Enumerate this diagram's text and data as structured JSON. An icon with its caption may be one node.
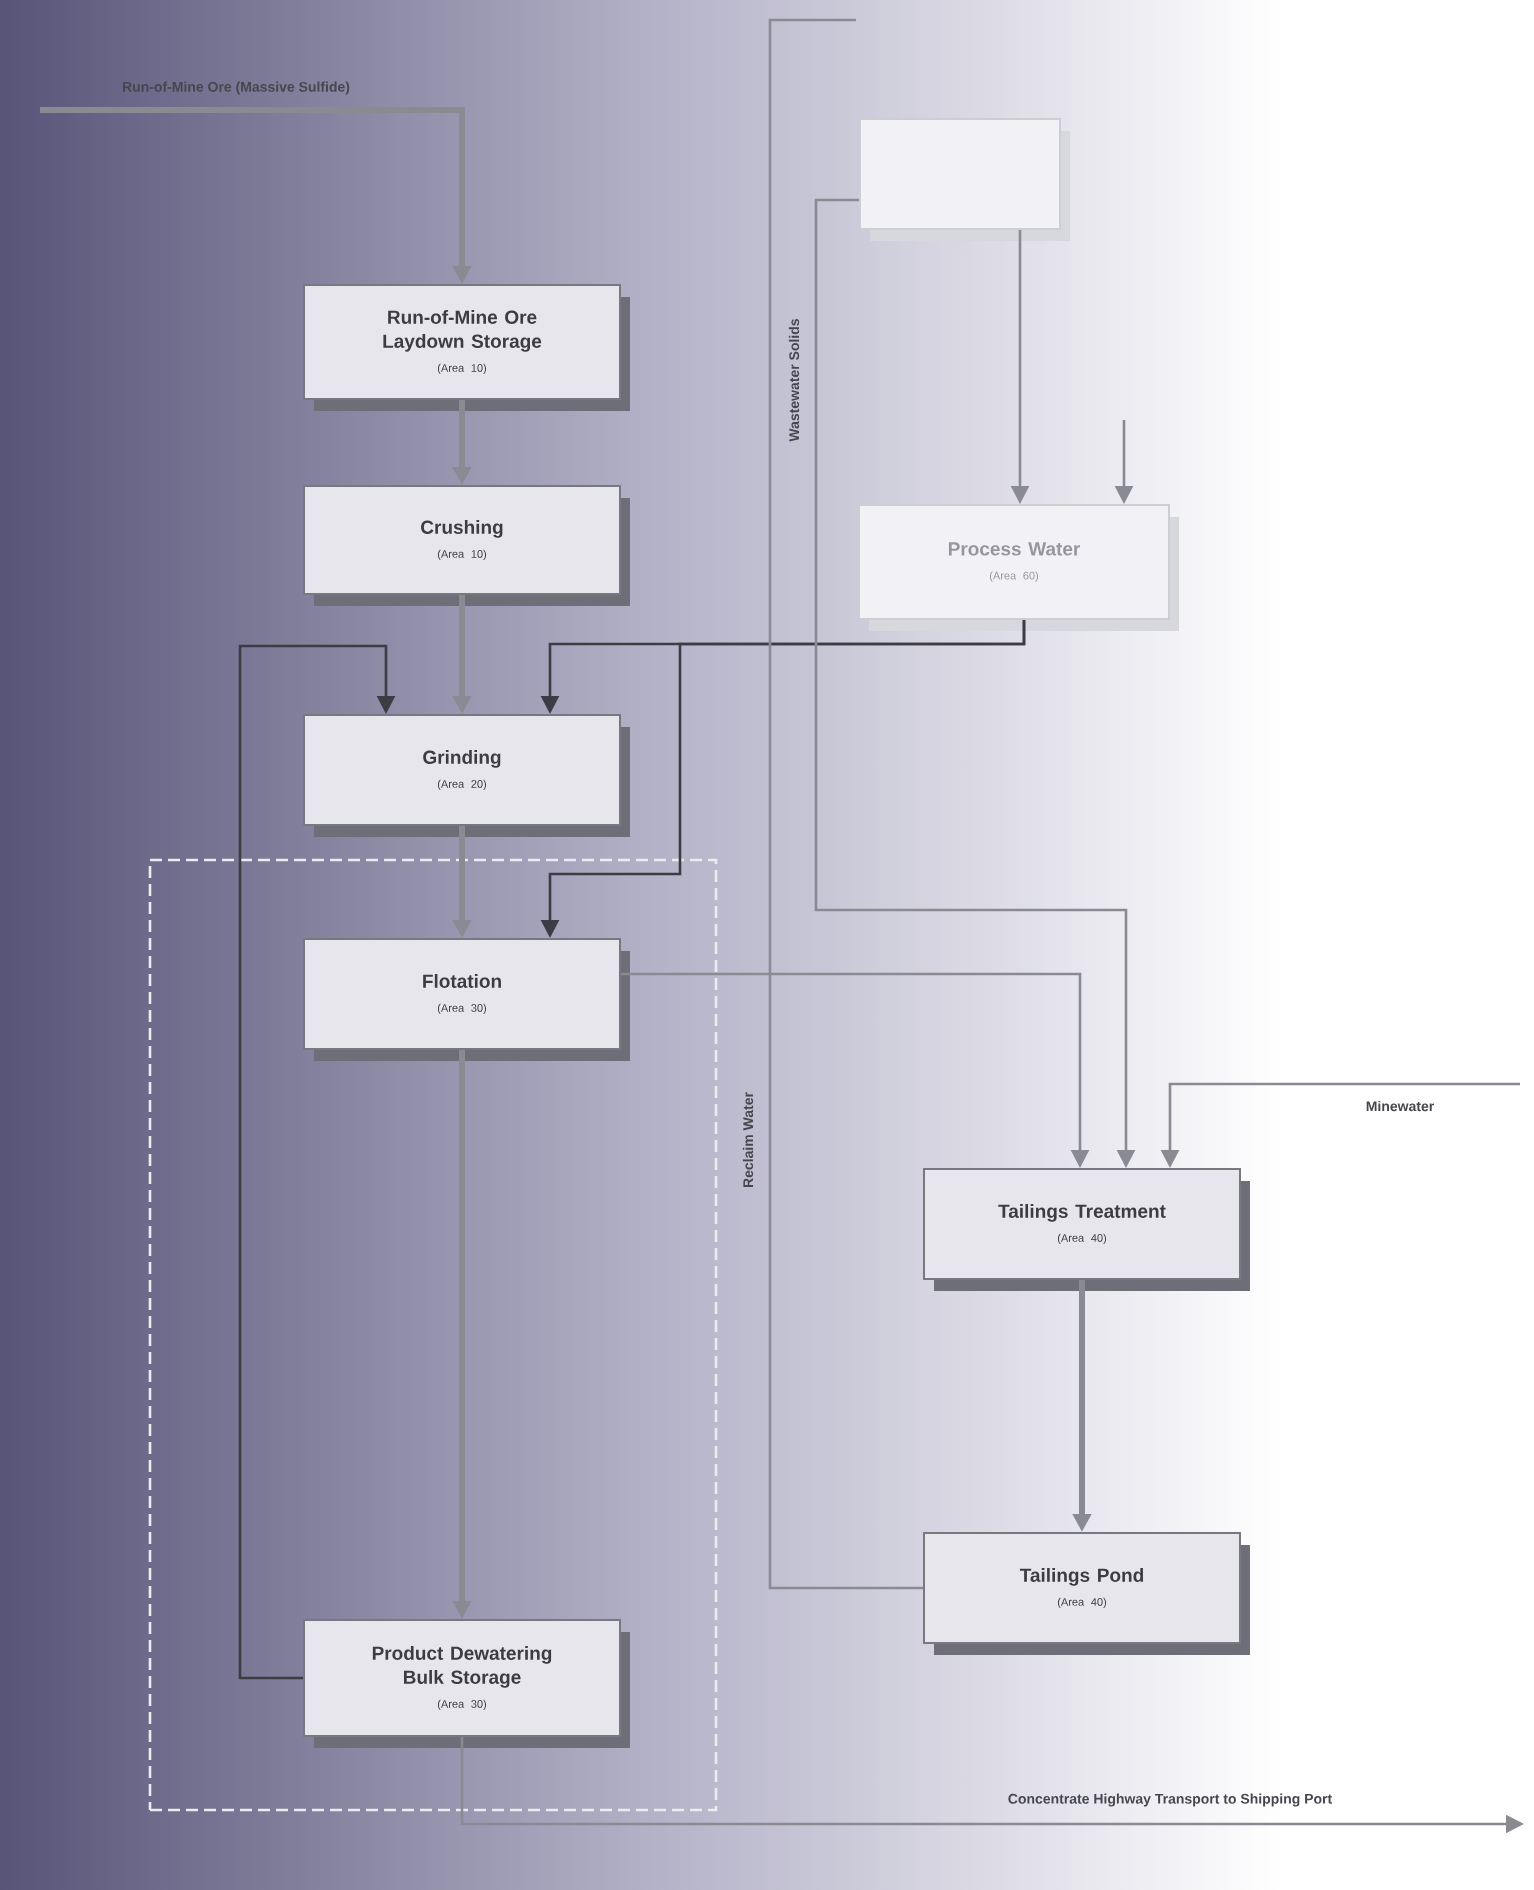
{
  "diagram": {
    "nodes": [
      {
        "text": [
          "Run-of-Mine Ore Laydown Storage",
          "(Area 10)"
        ]
      },
      {
        "text": [],
        "shape": "box"
      },
      {
        "text": [
          "Crushing",
          "(Area 10)"
        ]
      },
      {
        "text": [
          "Process Water",
          "(Area 60)"
        ]
      },
      {
        "text": [
          "Grinding",
          "(Area 20)"
        ]
      },
      {
        "text": [],
        "shape": "box"
      },
      {
        "text": [
          "Flotation",
          "(Area 30)"
        ],
        "in": 5
      },
      {
        "text": [
          "Tailings Treatment",
          "(Area 40)"
        ]
      },
      {
        "text": [
          "Tailings Pond",
          "(Area 40)"
        ]
      },
      {
        "text": [
          "Product Dewatering Bulk Storage",
          "(Area 30)"
        ],
        "in": 5
      }
    ],
    "edges": [
      {
        "from": null,
        "to": 0,
        "arrow": "to",
        "label": "Run-of-Mine Ore (Massive Sulfide)",
        "style": "thick"
      },
      {
        "from": 0,
        "to": 2,
        "arrow": "to",
        "style": "thick"
      },
      {
        "from": 2,
        "to": 4,
        "arrow": "to",
        "style": "thick"
      },
      {
        "from": 4,
        "to": 6,
        "arrow": "to",
        "style": "thick"
      },
      {
        "from": 6,
        "to": 9,
        "arrow": "to",
        "style": "thick"
      },
      {
        "from": 9,
        "to": null,
        "arrow": "to",
        "label": "Concentrate Highway Transport to Shipping Port"
      },
      {
        "from": 3,
        "to": 4,
        "arrow": "to",
        "color": "#3c3c44"
      },
      {
        "from": 3,
        "to": 6,
        "arrow": "to",
        "color": "#3c3c44"
      },
      {
        "from": 9,
        "to": 4,
        "arrow": "to",
        "color": "#3c3c44"
      },
      {
        "from": 1,
        "to": 3,
        "arrow": "to"
      },
      {
        "from": null,
        "to": 3,
        "arrow": "to"
      },
      {
        "from": 1,
        "to": 7,
        "arrow": "to",
        "label": "Wastewater Solids"
      },
      {
        "from": 6,
        "to": 7,
        "arrow": "to"
      },
      {
        "from": null,
        "to": 7,
        "arrow": "to",
        "label": "Minewater"
      },
      {
        "from": 7,
        "to": 8,
        "arrow": "to",
        "style": "thick"
      },
      {
        "from": 8,
        "to": null,
        "arrow": "none",
        "label": "Reclaim Water"
      }
    ]
  }
}
